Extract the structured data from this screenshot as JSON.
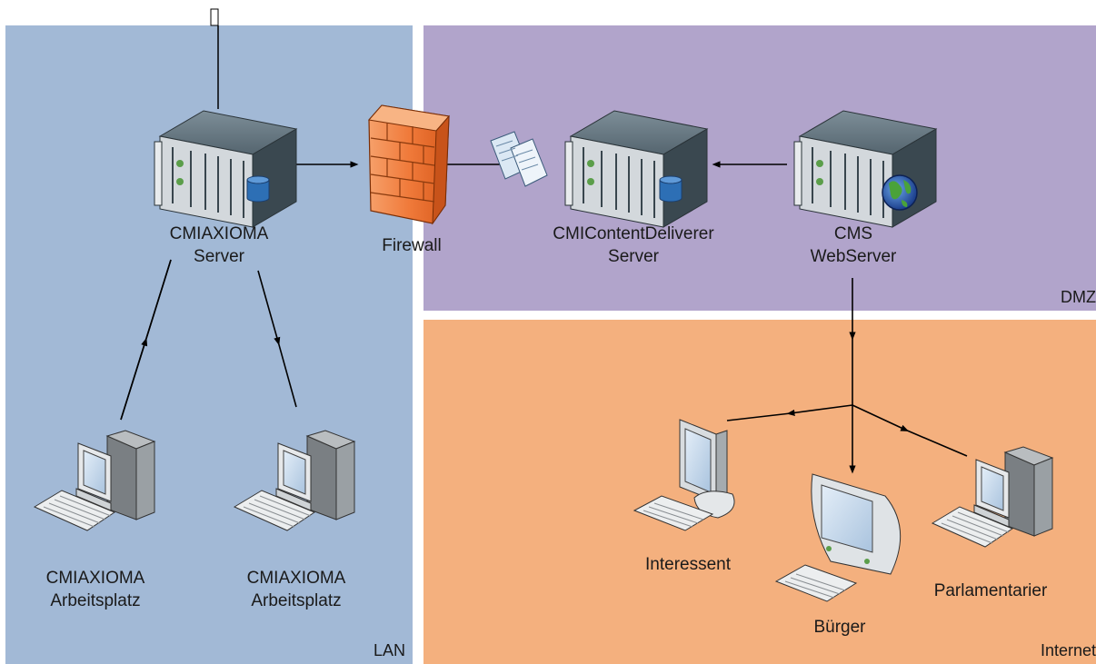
{
  "zones": {
    "lan": "LAN",
    "dmz": "DMZ",
    "internet": "Internet"
  },
  "colors": {
    "lan": "#a2b9d6",
    "dmz": "#b1a4cb",
    "internet": "#f4b07e",
    "firewall": "#f07a3a",
    "server_body": "#4e5f6a",
    "screen": "#c4d9ee",
    "database": "#2d6fb5"
  },
  "nodes": {
    "axioma_server": {
      "line1": "CMIAXIOMA",
      "line2": "Server",
      "icon": "server-database-icon"
    },
    "firewall": {
      "label": "Firewall",
      "icon": "firewall-brick-wall-icon"
    },
    "content_deliverer": {
      "line1": "CMIContentDeliverer",
      "line2": "Server",
      "icon": "server-database-icon"
    },
    "cms_webserver": {
      "line1": "CMS",
      "line2": "WebServer",
      "icon": "server-globe-icon"
    },
    "workstation_1": {
      "line1": "CMIAXIOMA",
      "line2": "Arbeitsplatz",
      "icon": "desktop-computer-icon"
    },
    "workstation_2": {
      "line1": "CMIAXIOMA",
      "line2": "Arbeitsplatz",
      "icon": "desktop-computer-icon"
    },
    "interessent": {
      "label": "Interessent",
      "icon": "monitor-keyboard-icon"
    },
    "buerger": {
      "label": "Bürger",
      "icon": "imac-keyboard-icon"
    },
    "parlamentarier": {
      "label": "Parlamentarier",
      "icon": "desktop-computer-icon"
    }
  },
  "documents_icon": "documents-icon"
}
